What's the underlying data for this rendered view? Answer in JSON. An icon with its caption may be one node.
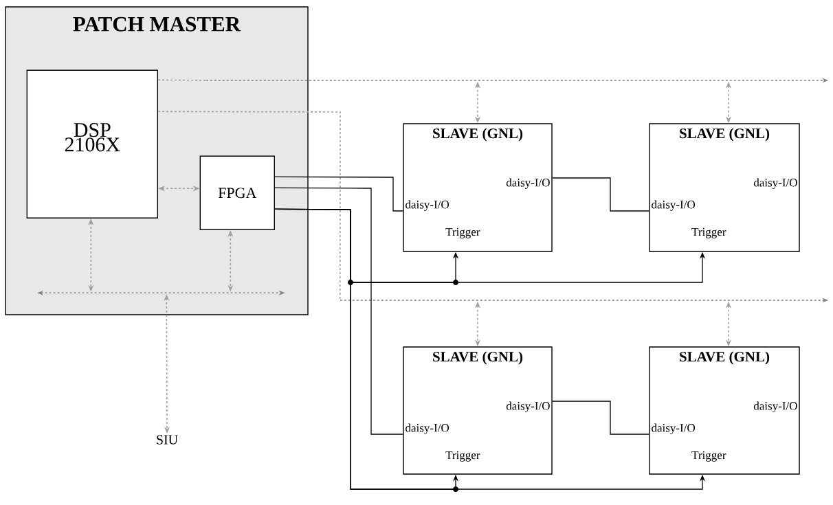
{
  "diagram": {
    "nodes": [
      {
        "text": [
          "PATCH MASTER"
        ]
      },
      {
        "text": [
          "DSP 2106X"
        ],
        "in": 0
      },
      {
        "text": [
          "FPGA"
        ],
        "in": 0
      },
      {
        "text": [],
        "shape": "bar",
        "in": 0
      },
      {
        "text": [
          "SIU"
        ]
      },
      {
        "text": [],
        "shape": "bar"
      },
      {
        "text": [],
        "shape": "bar"
      },
      {
        "text": [
          "SLAVE (GNL)",
          "daisy-I/O",
          "daisy-I/O",
          "Trigger"
        ]
      },
      {
        "text": [
          "SLAVE (GNL)",
          "daisy-I/O",
          "daisy-I/O",
          "Trigger"
        ]
      },
      {
        "text": [
          "SLAVE (GNL)",
          "daisy-I/O",
          "daisy-I/O",
          "Trigger"
        ]
      },
      {
        "text": [
          "SLAVE (GNL)",
          "daisy-I/O",
          "daisy-I/O",
          "Trigger"
        ]
      }
    ],
    "edges": [
      {
        "from": 1,
        "to": 2,
        "arrow": "both",
        "style": "dashed",
        "color": "#a0a0a0"
      },
      {
        "from": 1,
        "to": 3,
        "arrow": "both",
        "style": "dashed",
        "color": "#a0a0a0"
      },
      {
        "from": 2,
        "to": 3,
        "arrow": "both",
        "style": "dashed",
        "color": "#a0a0a0"
      },
      {
        "from": 3,
        "to": 4,
        "arrow": "both",
        "style": "dashed",
        "color": "#a0a0a0"
      },
      {
        "from": 1,
        "to": 5,
        "arrow": "none",
        "style": "dashed",
        "color": "#a0a0a0"
      },
      {
        "from": 1,
        "to": 6,
        "arrow": "none",
        "style": "dashed",
        "color": "#a0a0a0"
      },
      {
        "from": 5,
        "to": 7,
        "arrow": "both",
        "style": "dashed",
        "color": "#a0a0a0"
      },
      {
        "from": 5,
        "to": 8,
        "arrow": "both",
        "style": "dashed",
        "color": "#a0a0a0"
      },
      {
        "from": 6,
        "to": 9,
        "arrow": "both",
        "style": "dashed",
        "color": "#a0a0a0"
      },
      {
        "from": 6,
        "to": 10,
        "arrow": "both",
        "style": "dashed",
        "color": "#a0a0a0"
      },
      {
        "from": 2,
        "to": 7,
        "arrow": "none",
        "color": "#000000"
      },
      {
        "from": 2,
        "to": 9,
        "arrow": "none",
        "color": "#000000"
      },
      {
        "from": 2,
        "to": 7,
        "arrow": "to",
        "color": "#000000"
      },
      {
        "from": 2,
        "to": 8,
        "arrow": "to",
        "color": "#000000"
      },
      {
        "from": 2,
        "to": 9,
        "arrow": "to",
        "color": "#000000"
      },
      {
        "from": 2,
        "to": 10,
        "arrow": "to",
        "color": "#000000"
      },
      {
        "from": 7,
        "to": 8,
        "arrow": "none",
        "color": "#000000"
      },
      {
        "from": 9,
        "to": 10,
        "arrow": "none",
        "color": "#000000"
      }
    ]
  }
}
